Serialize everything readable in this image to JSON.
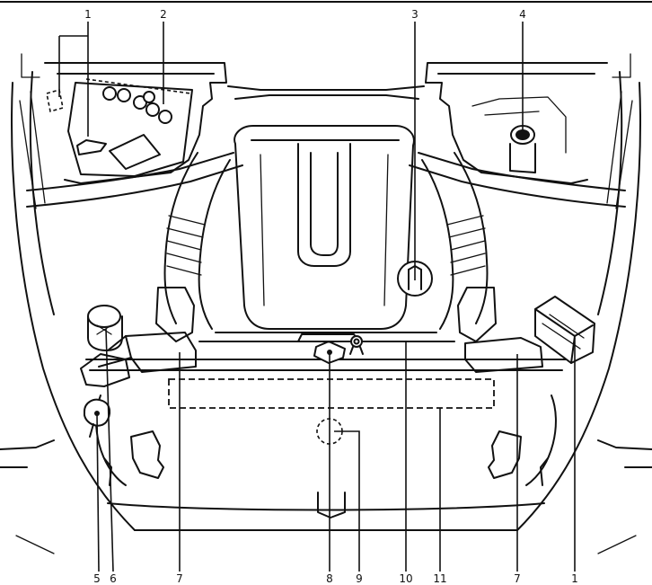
{
  "callouts": {
    "c1_top": "1",
    "c2": "2",
    "c3": "3",
    "c4": "4",
    "c5": "5",
    "c6": "6",
    "c7_left": "7",
    "c8": "8",
    "c9": "9",
    "c10": "10",
    "c11": "11",
    "c7_right": "7",
    "c1_bottom": "1"
  }
}
